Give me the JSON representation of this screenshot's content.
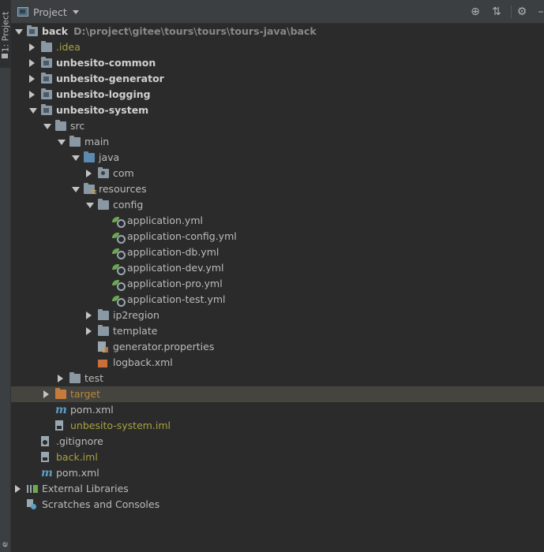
{
  "side_strip": {
    "tab_label": "1: Project",
    "bottom_label": "e"
  },
  "header": {
    "title": "Project",
    "buttons": [
      {
        "name": "locate-icon",
        "glyph": "⊕"
      },
      {
        "name": "collapse-all-icon",
        "glyph": "⇅"
      },
      {
        "name": "gear-icon",
        "glyph": "⚙"
      },
      {
        "name": "hide-icon",
        "glyph": "–"
      }
    ]
  },
  "tree": [
    {
      "id": "back",
      "depth": 0,
      "arrow": "down",
      "icon": "module-folder",
      "label": "back",
      "path": "D:\\project\\gitee\\tours\\tours\\tours-java\\back",
      "style": "bold"
    },
    {
      "id": "idea",
      "depth": 1,
      "arrow": "right",
      "icon": "folder",
      "label": ".idea",
      "style": "olive"
    },
    {
      "id": "common",
      "depth": 1,
      "arrow": "right",
      "icon": "module-folder",
      "label": "unbesito-common",
      "style": "bold"
    },
    {
      "id": "generator",
      "depth": 1,
      "arrow": "right",
      "icon": "module-folder",
      "label": "unbesito-generator",
      "style": "bold"
    },
    {
      "id": "logging",
      "depth": 1,
      "arrow": "right",
      "icon": "module-folder",
      "label": "unbesito-logging",
      "style": "bold"
    },
    {
      "id": "system",
      "depth": 1,
      "arrow": "down",
      "icon": "module-folder",
      "label": "unbesito-system",
      "style": "bold"
    },
    {
      "id": "src",
      "depth": 2,
      "arrow": "down",
      "icon": "folder",
      "label": "src"
    },
    {
      "id": "main",
      "depth": 3,
      "arrow": "down",
      "icon": "folder",
      "label": "main"
    },
    {
      "id": "java",
      "depth": 4,
      "arrow": "down",
      "icon": "java-folder",
      "label": "java"
    },
    {
      "id": "com",
      "depth": 5,
      "arrow": "right",
      "icon": "package-folder",
      "label": "com"
    },
    {
      "id": "resources",
      "depth": 4,
      "arrow": "down",
      "icon": "resources-folder",
      "label": "resources"
    },
    {
      "id": "config",
      "depth": 5,
      "arrow": "down",
      "icon": "folder",
      "label": "config"
    },
    {
      "id": "app-yml",
      "depth": 6,
      "arrow": "none",
      "icon": "yml",
      "label": "application.yml"
    },
    {
      "id": "app-config-yml",
      "depth": 6,
      "arrow": "none",
      "icon": "yml",
      "label": "application-config.yml"
    },
    {
      "id": "app-db-yml",
      "depth": 6,
      "arrow": "none",
      "icon": "yml",
      "label": "application-db.yml"
    },
    {
      "id": "app-dev-yml",
      "depth": 6,
      "arrow": "none",
      "icon": "yml",
      "label": "application-dev.yml"
    },
    {
      "id": "app-pro-yml",
      "depth": 6,
      "arrow": "none",
      "icon": "yml",
      "label": "application-pro.yml"
    },
    {
      "id": "app-test-yml",
      "depth": 6,
      "arrow": "none",
      "icon": "yml",
      "label": "application-test.yml"
    },
    {
      "id": "ip2region",
      "depth": 5,
      "arrow": "right",
      "icon": "folder",
      "label": "ip2region"
    },
    {
      "id": "template",
      "depth": 5,
      "arrow": "right",
      "icon": "folder",
      "label": "template"
    },
    {
      "id": "gen-props",
      "depth": 5,
      "arrow": "none",
      "icon": "properties",
      "label": "generator.properties"
    },
    {
      "id": "logback",
      "depth": 5,
      "arrow": "none",
      "icon": "xml",
      "label": "logback.xml"
    },
    {
      "id": "test",
      "depth": 3,
      "arrow": "right",
      "icon": "folder",
      "label": "test"
    },
    {
      "id": "target",
      "depth": 2,
      "arrow": "right",
      "icon": "target-folder",
      "label": "target",
      "style": "orange",
      "selected": true
    },
    {
      "id": "sys-pom",
      "depth": 2,
      "arrow": "none",
      "icon": "maven",
      "label": "pom.xml"
    },
    {
      "id": "sys-iml",
      "depth": 2,
      "arrow": "none",
      "icon": "iml",
      "label": "unbesito-system.iml",
      "style": "olive"
    },
    {
      "id": "gitignore",
      "depth": 1,
      "arrow": "none",
      "icon": "gitignore",
      "label": ".gitignore"
    },
    {
      "id": "back-iml",
      "depth": 1,
      "arrow": "none",
      "icon": "iml",
      "label": "back.iml",
      "style": "olive"
    },
    {
      "id": "back-pom",
      "depth": 1,
      "arrow": "none",
      "icon": "maven",
      "label": "pom.xml"
    },
    {
      "id": "ext-libs",
      "depth": 0,
      "arrow": "right",
      "icon": "libraries",
      "label": "External Libraries"
    },
    {
      "id": "scratches",
      "depth": 0,
      "arrow": "none",
      "icon": "scratches",
      "label": "Scratches and Consoles"
    }
  ]
}
